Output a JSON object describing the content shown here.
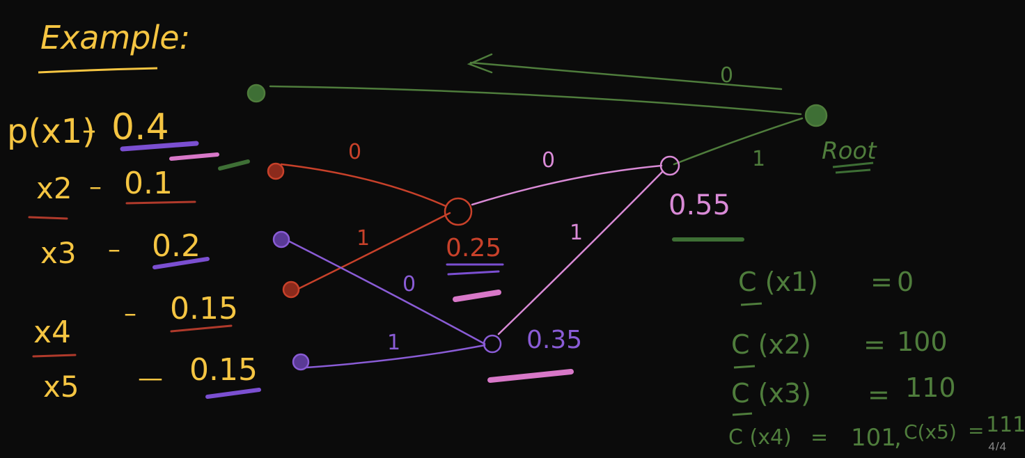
{
  "title": "Example:",
  "probabilities": [
    {
      "symbol": "p(x1)",
      "value": "0.4"
    },
    {
      "symbol": "x2",
      "value": "0.1"
    },
    {
      "symbol": "x3",
      "value": "0.2"
    },
    {
      "symbol": "x4",
      "value": "0.15"
    },
    {
      "symbol": "x5",
      "value": "0.15"
    }
  ],
  "edge_labels": {
    "x2_node_25": "0",
    "x4_node_25": "1",
    "x3_node_35": "0",
    "x5_node_35": "1",
    "node25_node55": "0",
    "node35_node55": "1",
    "x1_root": "0",
    "node55_root": "1"
  },
  "sum_labels": {
    "node_25": "0.25",
    "node_35": "0.35",
    "node_55": "0.55"
  },
  "root_label": "Root",
  "codes": [
    {
      "lhs": "C (x1)",
      "rhs": "0"
    },
    {
      "lhs": "C (x2)",
      "rhs": "100"
    },
    {
      "lhs": "C (x3)",
      "rhs": "110"
    },
    {
      "lhs": "C (x4)",
      "rhs": "101",
      "lhs2": "C(x5)",
      "rhs2": "111"
    }
  ],
  "page_indicator": "4/4",
  "colors": {
    "background": "#0b0b0b",
    "yellow": "#f5c542",
    "red": "#c8412a",
    "purple": "#8a5cd6",
    "pink": "#d98ad6",
    "green": "#4f7d3c",
    "underline_purple": "#7b4fd1",
    "underline_pink": "#d878c8",
    "underline_green": "#3e6f35",
    "underline_red": "#b03a2b"
  }
}
